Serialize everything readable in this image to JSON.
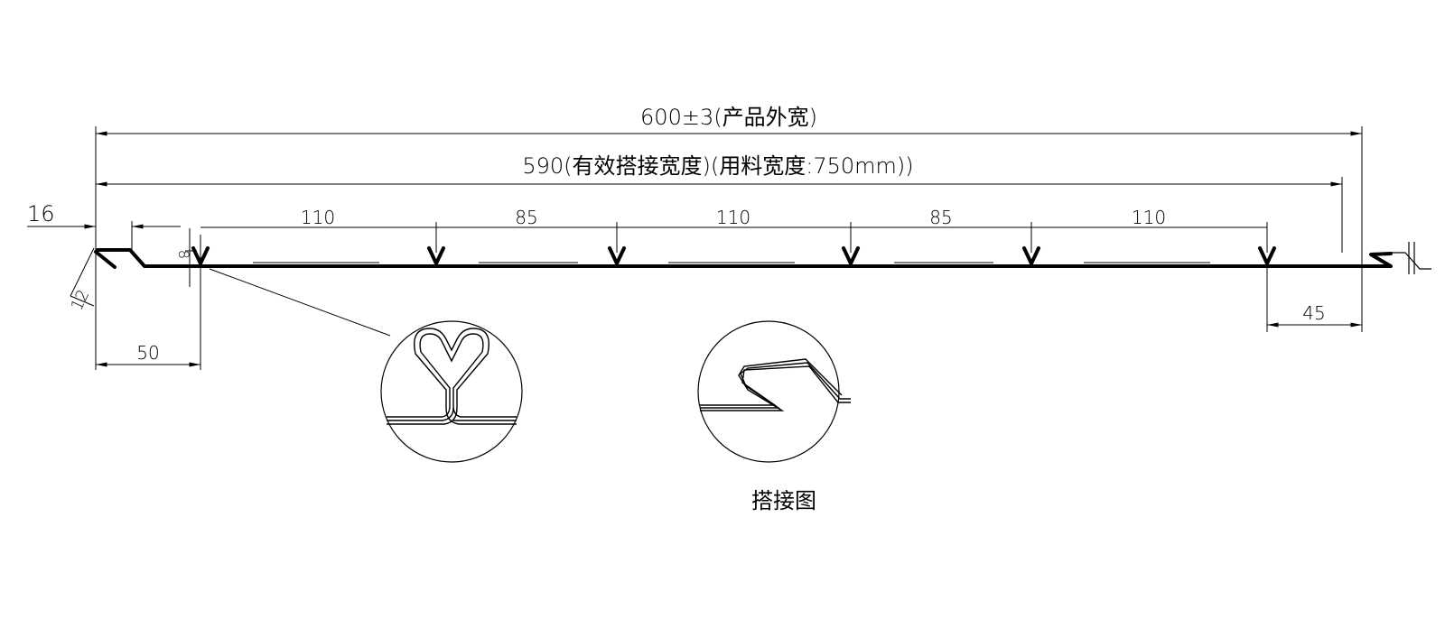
{
  "dimensions": {
    "overall_width": "600±3(产品外宽)",
    "effective_width": "590(有效搭接宽度)(用料宽度:750mm))",
    "left_lap": "16",
    "hook_length": "12",
    "rib_height": "8",
    "left_edge_to_rib": "50",
    "right_rib_to_edge": "45",
    "rib_spacings": [
      "110",
      "85",
      "110",
      "85",
      "110"
    ]
  },
  "labels": {
    "overlap_detail": "搭接图"
  }
}
